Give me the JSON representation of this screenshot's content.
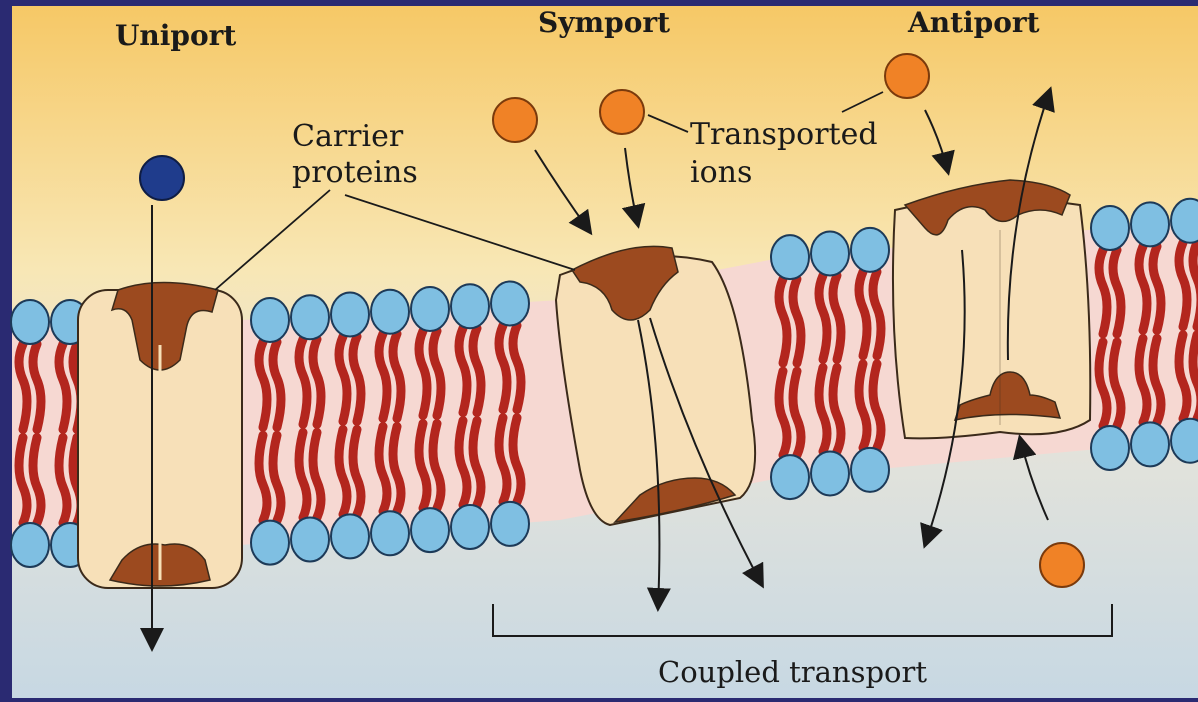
{
  "diagram": {
    "types": {
      "uniport": "Uniport",
      "symport": "Symport",
      "antiport": "Antiport"
    },
    "labels": {
      "carrier_line1": "Carrier",
      "carrier_line2": "proteins",
      "ions_line1": "Transported",
      "ions_line2": "ions",
      "coupled": "Coupled transport"
    },
    "colors": {
      "outside_top": "#f6c866",
      "outside_mid": "#f8e7b5",
      "inside": "#cad9e3",
      "lipid_core": "#f6d8d2",
      "lipid_tail": "#b3261e",
      "head": "#7fbfe2",
      "head_stroke": "#1d3a58",
      "protein": "#f7e0b8",
      "protein_stroke": "#3b2a1a",
      "channel_plug": "#9c4a1f",
      "ion_orange": "#f08226",
      "ion_blue": "#1f3c8c",
      "frame": "#2a2a72"
    },
    "icons": {
      "ion": "circle",
      "arrow": "arrow",
      "carrier": "carrier-protein"
    }
  }
}
